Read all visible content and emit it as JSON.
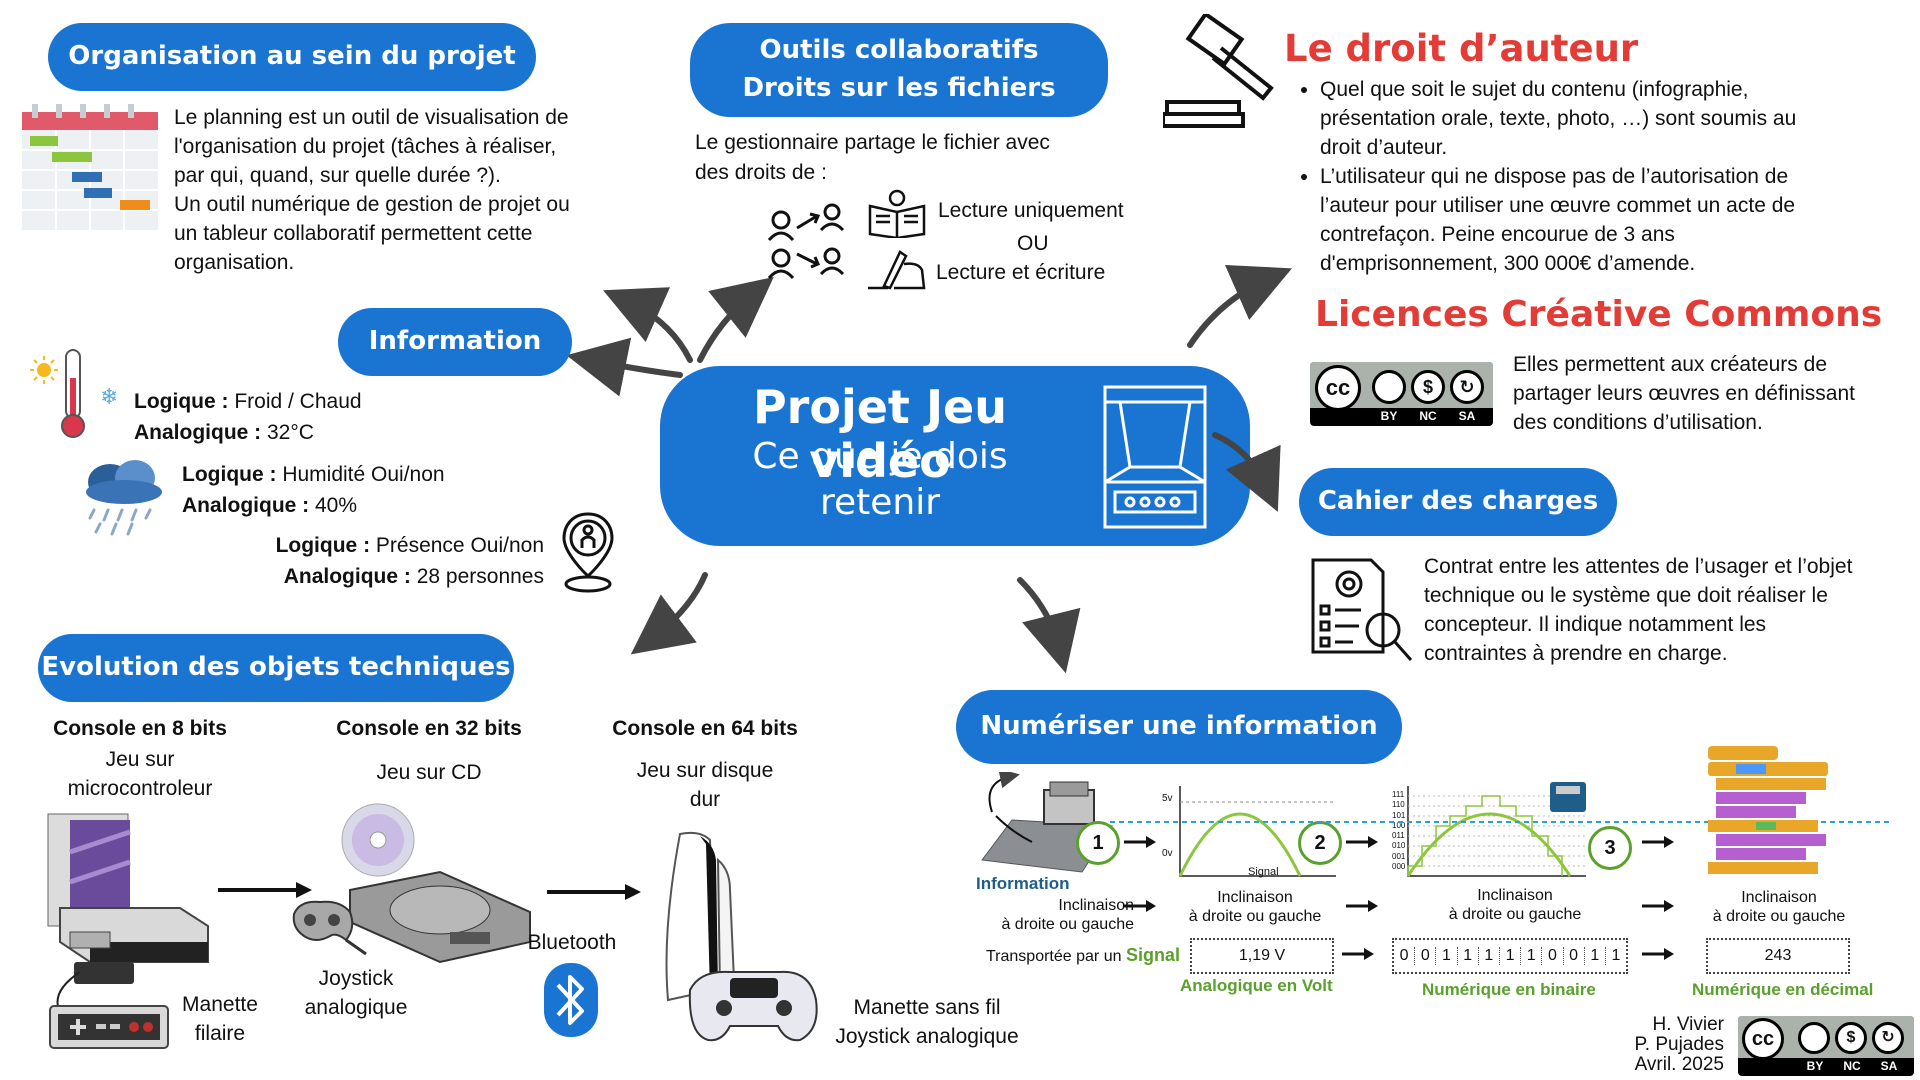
{
  "center": {
    "title": "Projet Jeu vidéo",
    "subtitle_line1": "Ce que je dois",
    "subtitle_line2": "retenir"
  },
  "organisation": {
    "title": "Organisation au sein du projet",
    "text": [
      "Le planning est un outil de visualisation de",
      "l'organisation du projet (tâches à réaliser,",
      "par qui, quand, sur quelle durée ?).",
      "Un outil numérique de gestion de projet ou",
      "un tableur collaboratif permettent cette",
      "organisation."
    ]
  },
  "outils": {
    "title_line1": "Outils collaboratifs",
    "title_line2": "Droits sur les fichiers",
    "intro_line1": "Le gestionnaire partage le fichier avec",
    "intro_line2": "des droits de :",
    "read": "Lecture uniquement",
    "or": "OU",
    "readwrite": "Lecture et écriture"
  },
  "droit": {
    "title": "Le droit d’auteur",
    "bullet1": [
      "Quel que soit le sujet du contenu (infographie,",
      "présentation orale, texte, photo, …) sont soumis au",
      "droit d’auteur."
    ],
    "bullet2": [
      "L’utilisateur qui ne dispose pas de l’autorisation de",
      "l’auteur pour utiliser une œuvre commet un acte de",
      "contrefaçon. Peine encourue de 3 ans",
      "d'emprisonnement, 300 000€ d’amende."
    ]
  },
  "licences": {
    "title": "Licences Créative Commons",
    "text": [
      "Elles permettent aux créateurs de",
      "partager leurs œuvres en définissant",
      "des conditions d’utilisation."
    ],
    "badge": {
      "cc": "cc",
      "by": "BY",
      "nc": "NC",
      "sa": "SA"
    }
  },
  "information": {
    "title": "Information",
    "rows": [
      {
        "l1_bold": "Logique :",
        "l1": " Froid / Chaud",
        "l2_bold": "Analogique :",
        "l2": " 32°C"
      },
      {
        "l1_bold": "Logique :",
        "l1": " Humidité Oui/non",
        "l2_bold": "Analogique :",
        "l2": " 40%"
      },
      {
        "l1_bold": "Logique :",
        "l1": " Présence Oui/non",
        "l2_bold": "Analogique :",
        "l2": " 28 personnes"
      }
    ]
  },
  "cahier": {
    "title": "Cahier des charges",
    "text": [
      "Contrat entre les attentes de l’usager et l’objet",
      "technique ou le système que doit réaliser le",
      "concepteur. Il indique notamment les",
      "contraintes à prendre en charge."
    ]
  },
  "evolution": {
    "title": "Evolution des objets techniques",
    "c8_title": "Console en 8 bits",
    "c8_l1": "Jeu sur",
    "c8_l2": "microcontroleur",
    "c32_title": "Console en 32 bits",
    "c32_l1": "Jeu sur CD",
    "c64_title": "Console en 64 bits",
    "c64_l1": "Jeu sur disque",
    "c64_l2": "dur",
    "manette_l1": "Manette",
    "manette_l2": "filaire",
    "joystick_l1": "Joystick",
    "joystick_l2": "analogique",
    "bluetooth": "Bluetooth",
    "sansfil_l1": "Manette sans fil",
    "sansfil_l2": "Joystick analogique"
  },
  "numeriser": {
    "title": "Numériser une information",
    "signal_label": "Signal",
    "v5": "5v",
    "v0": "0v",
    "bin_labels": [
      "111",
      "110",
      "101",
      "100",
      "011",
      "010",
      "001",
      "000"
    ],
    "step1": "1",
    "step2": "2",
    "step3": "3",
    "information": "Information",
    "incl_l1": "Inclinaison",
    "incl_l2": "à droite ou gauche",
    "transport": "Transportée par un",
    "transport_signal": "Signal",
    "volt_value": "1,19 V",
    "bits": [
      "0",
      "0",
      "1",
      "1",
      "1",
      "1",
      "1",
      "0",
      "0",
      "1",
      "1"
    ],
    "dec_value": "243",
    "lbl_analog": "Analogique en Volt",
    "lbl_binary": "Numérique en binaire",
    "lbl_decimal": "Numérique en décimal"
  },
  "credits": {
    "l1": "H. Vivier",
    "l2": "P. Pujades",
    "l3": "Avril. 2025"
  },
  "colors": {
    "accent": "#1a74d2",
    "red": "#e33b35",
    "green": "#5aa02c",
    "arrow": "#444444"
  }
}
